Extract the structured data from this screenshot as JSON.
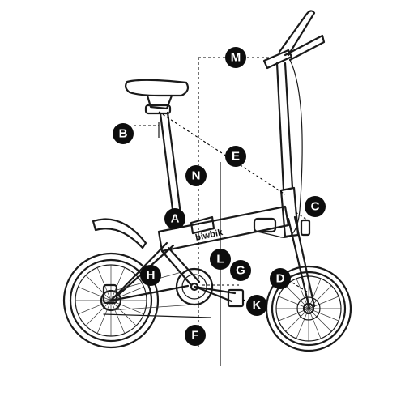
{
  "diagram": {
    "brand_text": "biwbik",
    "callouts": {
      "A": "A",
      "B": "B",
      "C": "C",
      "D": "D",
      "E": "E",
      "F": "F",
      "G": "G",
      "H": "H",
      "K": "K",
      "L": "L",
      "M": "M",
      "N": "N"
    },
    "colors": {
      "line": "#1a1a1a",
      "badge_fill": "#0d0d0d",
      "badge_text": "#ffffff",
      "background": "#ffffff"
    }
  }
}
